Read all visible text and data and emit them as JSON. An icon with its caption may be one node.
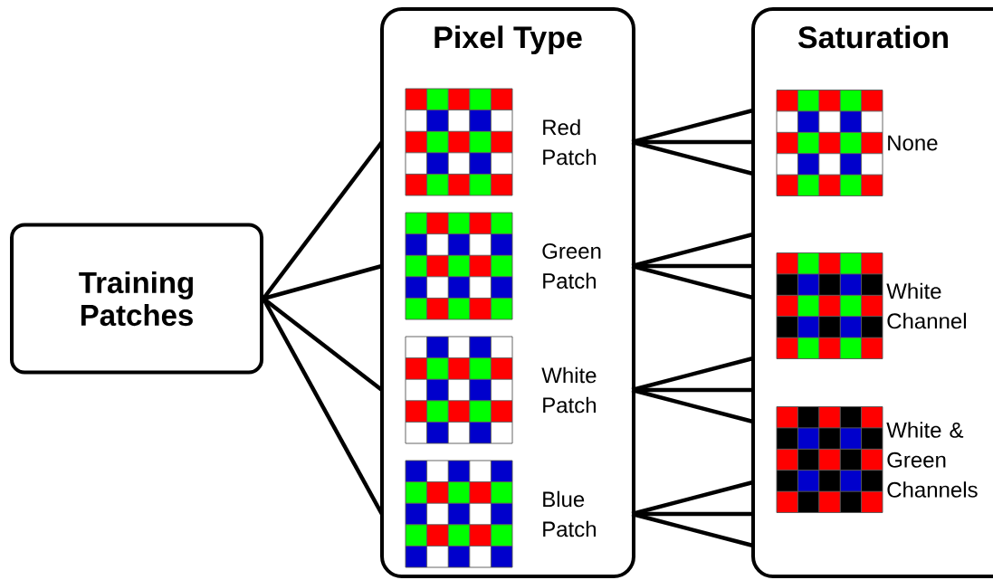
{
  "diagram": {
    "nodes": [
      {
        "text": [
          "Training Patches"
        ]
      },
      {
        "text": [
          "Pixel Type"
        ]
      },
      {
        "text": [
          "Red Patch"
        ],
        "in": 1
      },
      {
        "text": [
          "Green Patch"
        ],
        "in": 1
      },
      {
        "text": [
          "White Patch"
        ],
        "in": 1
      },
      {
        "text": [
          "Blue Patch"
        ],
        "in": 1
      },
      {
        "text": [
          "Saturation"
        ]
      },
      {
        "text": [
          "None"
        ],
        "in": 6
      },
      {
        "text": [
          "White Channel"
        ],
        "in": 6
      },
      {
        "text": [
          "White & Green Channels"
        ],
        "in": 6
      }
    ],
    "edges": [
      {
        "from": 0,
        "to": 2,
        "arrow": "none"
      },
      {
        "from": 0,
        "to": 3,
        "arrow": "none"
      },
      {
        "from": 0,
        "to": 4,
        "arrow": "none"
      },
      {
        "from": 0,
        "to": 5,
        "arrow": "none"
      },
      {
        "from": 2,
        "to": 6,
        "arrow": "none"
      },
      {
        "from": 2,
        "to": 6,
        "arrow": "none"
      },
      {
        "from": 2,
        "to": 6,
        "arrow": "none"
      },
      {
        "from": 3,
        "to": 6,
        "arrow": "none"
      },
      {
        "from": 3,
        "to": 6,
        "arrow": "none"
      },
      {
        "from": 3,
        "to": 6,
        "arrow": "none"
      },
      {
        "from": 4,
        "to": 6,
        "arrow": "none"
      },
      {
        "from": 4,
        "to": 6,
        "arrow": "none"
      },
      {
        "from": 4,
        "to": 6,
        "arrow": "none"
      },
      {
        "from": 5,
        "to": 6,
        "arrow": "none"
      },
      {
        "from": 5,
        "to": 6,
        "arrow": "none"
      },
      {
        "from": 5,
        "to": 6,
        "arrow": "none"
      }
    ]
  }
}
